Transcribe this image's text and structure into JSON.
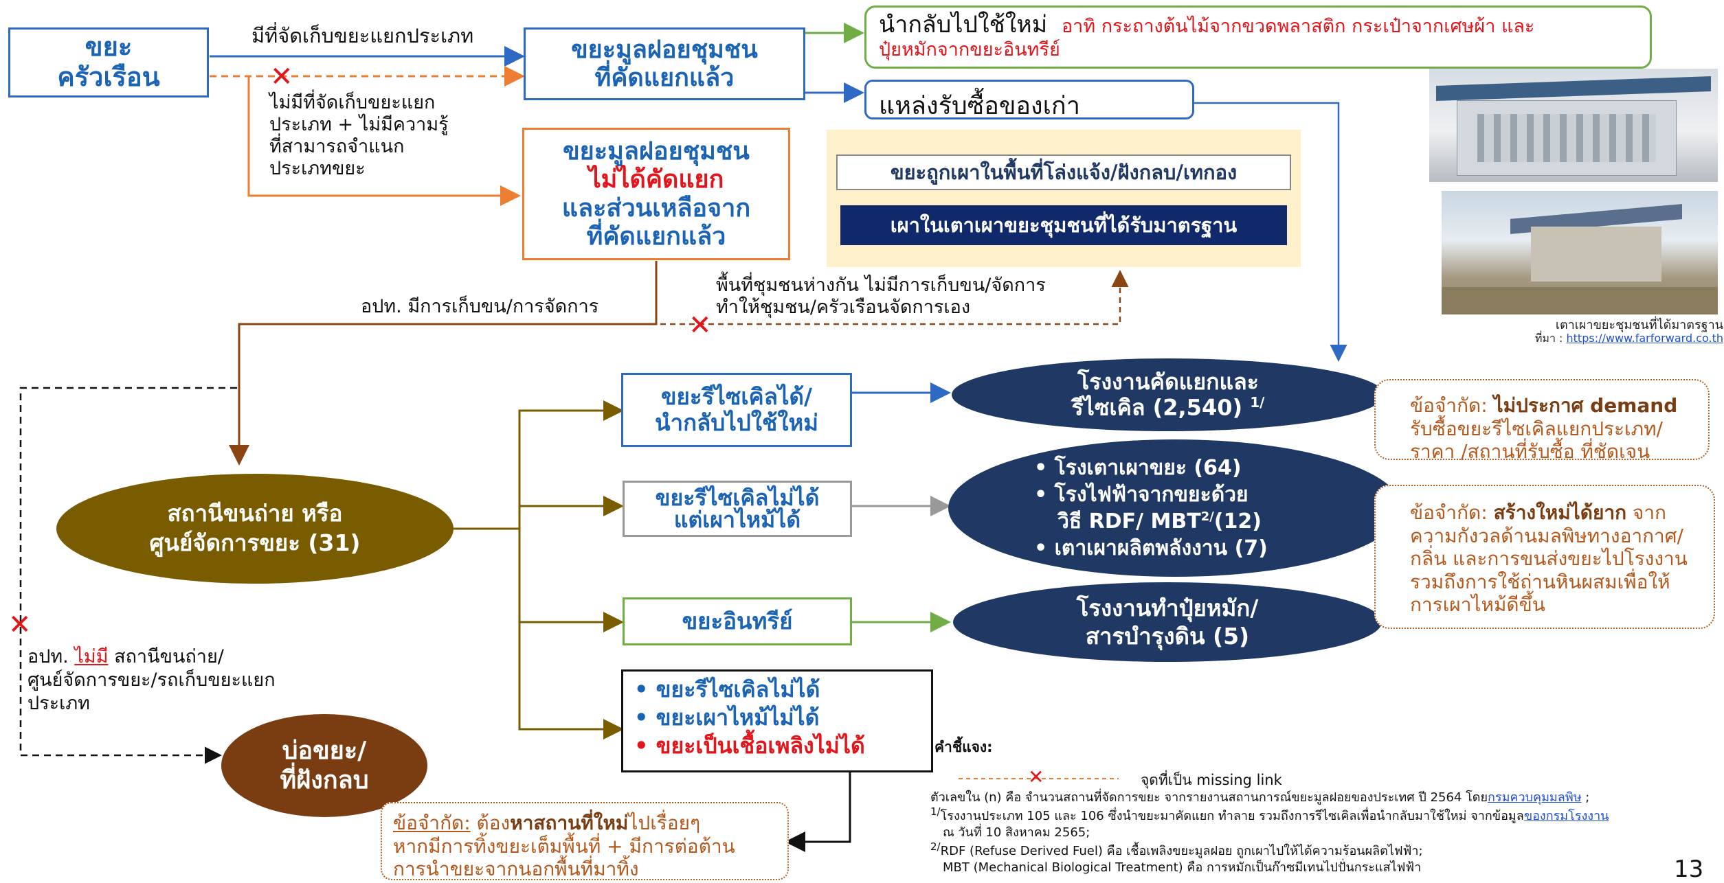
{
  "household": {
    "line1": "ขยะ",
    "line2": "ครัวเรือน"
  },
  "label_separated_collection": "มีที่จัดเก็บขยะแยกประเภท",
  "label_no_separation": [
    "ไม่มีที่จัดเก็บขยะแยก",
    "ประเภท + ไม่มีความรู้",
    "ที่สามารถจำแนก",
    "ประเภทขยะ"
  ],
  "sorted_waste": {
    "line1": "ขยะมูลฝอยชุมชน",
    "line2": "ที่คัดแยกแล้ว"
  },
  "reuse": {
    "title": "นำกลับไปใช้ใหม่",
    "detail_1": "อาทิ กระถางต้นไม้จากขวดพลาสติก กระเป๋าจากเศษผ้า และ",
    "detail_2": "ปุ๋ยหมักจากขยะอินทรีย์"
  },
  "junk_buyer": "แหล่งรับซื้อของเก่า",
  "unsorted_waste": {
    "line1": "ขยะมูลฝอยชุมชน",
    "line2": "ไม่ได้คัดแยก",
    "line3": "และส่วนเหลือจาก",
    "line4": "ที่คัดแยกแล้ว"
  },
  "burn_box": {
    "open_burn": "ขยะถูกเผาในพื้นที่โล่งแจ้ง/ฝังกลบ/เทกอง",
    "standard_incinerator": "เผาในเตาเผาขยะชุมชนที่ได้รับมาตรฐาน"
  },
  "photo_caption": {
    "line1": "เตาเผาขยะชุมชนที่ได้มาตรฐาน",
    "source_prefix": "ที่มา : ",
    "source_link": "https://www.farforward.co.th"
  },
  "label_lao_collects": "อปท. มีการเก็บขน/การจัดการ",
  "label_remote": [
    "พื้นที่ชุมชนห่างกัน ไม่มีการเก็บขน/จัดการ",
    "ทำให้ชุมชน/ครัวเรือนจัดการเอง"
  ],
  "transfer_station": {
    "line1": "สถานีขนถ่าย หรือ",
    "line2": "ศูนย์จัดการขยะ (31)"
  },
  "categories": {
    "recyclable": {
      "line1": "ขยะรีไซเคิลได้/",
      "line2": "นำกลับไปใช้ใหม่"
    },
    "burnable": {
      "line1": "ขยะรีไซเคิลไม่ได้",
      "line2": "แต่เผาไหม้ได้"
    },
    "organic": "ขยะอินทรีย์",
    "residual": [
      "• ขยะรีไซเคิลไม่ได้",
      "• ขยะเผาไหม้ไม่ได้",
      "• ขยะเป็นเชื้อเพลิงไม่ได้"
    ]
  },
  "facilities": {
    "recycling": {
      "line1": "โรงงานคัดแยกและ",
      "line2": "รีไซเคิล (2,540)",
      "sup": "1/"
    },
    "energy": {
      "item1": "• โรงเตาเผาขยะ (64)",
      "item2a": "• โรงไฟฟ้าจากขยะด้วย",
      "item2b_pre": "วิธี RDF/ MBT",
      "item2b_sup": "2/",
      "item2b_post": "(12)",
      "item3": "• เตาเผาผลิตพลังงาน (7)"
    },
    "compost": {
      "line1": "โรงงานทำปุ๋ยหมัก/",
      "line2": "สารบำรุงดิน (5)"
    }
  },
  "landfill": {
    "line1": "บ่อขยะ/",
    "line2": "ที่ฝังกลบ"
  },
  "label_no_station": {
    "prefix": "อปท. ",
    "emph": "ไม่มี",
    "rest": " สถานีขนถ่าย/",
    "line2": "ศูนย์จัดการขยะ/รถเก็บขยะแยก",
    "line3": "ประเภท"
  },
  "notes": {
    "demand": {
      "label": "ข้อจำกัด: ",
      "bold": "ไม่ประกาศ demand",
      "line2": "รับซื้อขยะรีไซเคิลแยกประเภท/",
      "line3": "ราคา /สถานที่รับซื้อ ที่ชัดเจน"
    },
    "build": {
      "label": "ข้อจำกัด: ",
      "bold": "สร้างใหม่ได้ยาก",
      "rest": " จาก",
      "line2": "ความกังวลด้านมลพิษทางอากาศ/",
      "line3": "กลิ่น และการขนส่งขยะไปโรงงาน",
      "line4": "รวมถึงการใช้ถ่านหินผสมเพื่อให้",
      "line5": "การเผาไหม้ดีขึ้น"
    },
    "site": {
      "label": "ข้อจำกัด:",
      "pre": "  ต้อง",
      "bold": "หาสถานที่ใหม่",
      "rest": "ไปเรื่อยๆ",
      "line2": "หากมีการทิ้งขยะเต็มพื้นที่ + มีการต่อต้าน",
      "line3": "การนำขยะจากนอกพื้นที่มาทิ้ง"
    }
  },
  "legend": {
    "title": "คำชี้แจง:",
    "missing_link": "จุดที่เป็น missing link",
    "fn0_pre": "ตัวเลขใน (n) คือ จำนวนสถานที่จัดการขยะ จากรายงานสถานการณ์ขยะมูลฝอยของประเทศ ปี 2564 โดย",
    "fn0_link": "กรมควบคุมมลพิษ",
    "fn0_post": " ;",
    "fn1_sup": "1/",
    "fn1_pre": "โรงงานประเภท 105 และ 106 ซึ่งนำขยะมาคัดแยก ทำลาย รวมถึงการรีไซเคิลเพื่อนำกลับมาใช้ใหม่ จากข้อมูล",
    "fn1_link": "ของกรมโรงงาน",
    "fn1_line2": "ณ วันที่ 10 สิงหาคม 2565;",
    "fn2_sup": "2/",
    "fn2_line1": "RDF (Refuse Derived Fuel) คือ เชื้อเพลิงขยะมูลฝอย ถูกเผาไปให้ได้ความร้อนผลิตไฟฟ้า;",
    "fn2_line2": "MBT (Mechanical Biological Treatment) คือ การหมักเป็นก๊าซมีเทนไปปั่นกระแสไฟฟ้า"
  },
  "page_number": "13",
  "colors": {
    "blue_border": "#2e6ac4",
    "navy": "#1f3864",
    "olive": "#7a5c00",
    "brown": "#7a3d12",
    "green": "#70ad47",
    "red": "#e3141a",
    "orange": "#ed7d31"
  }
}
